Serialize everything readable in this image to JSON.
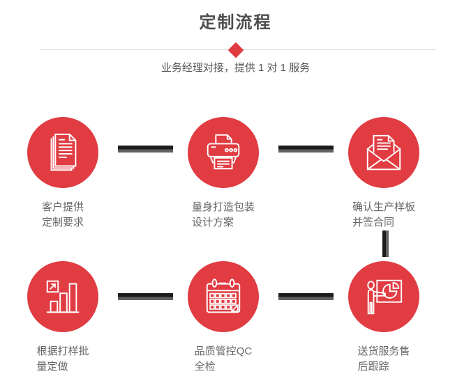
{
  "header": {
    "title": "定制流程",
    "subtitle": "业务经理对接，提供 1 对 1 服务"
  },
  "colors": {
    "accent_red": "#e03c42",
    "connector_dark": "#1c1c1c",
    "connector_gray": "#616161",
    "divider_gray": "#d4d4d4",
    "title_text": "#4d4d4d",
    "body_text": "#666666",
    "icon_stroke": "#ffffff"
  },
  "steps": [
    {
      "icon": "documents-icon",
      "lines": [
        "客户提供",
        "定制要求"
      ]
    },
    {
      "icon": "printer-icon",
      "lines": [
        "量身打造包装",
        "设计方案"
      ]
    },
    {
      "icon": "open-envelope-icon",
      "lines": [
        "确认生产样板",
        "并签合同"
      ]
    },
    {
      "icon": "growth-bar-chart-icon",
      "lines": [
        "根据打样批",
        "量定做"
      ]
    },
    {
      "icon": "calendar-icon",
      "lines": [
        "品质管控QC",
        "全检"
      ]
    },
    {
      "icon": "presentation-icon",
      "lines": [
        "送货服务售",
        "后跟踪"
      ]
    }
  ]
}
